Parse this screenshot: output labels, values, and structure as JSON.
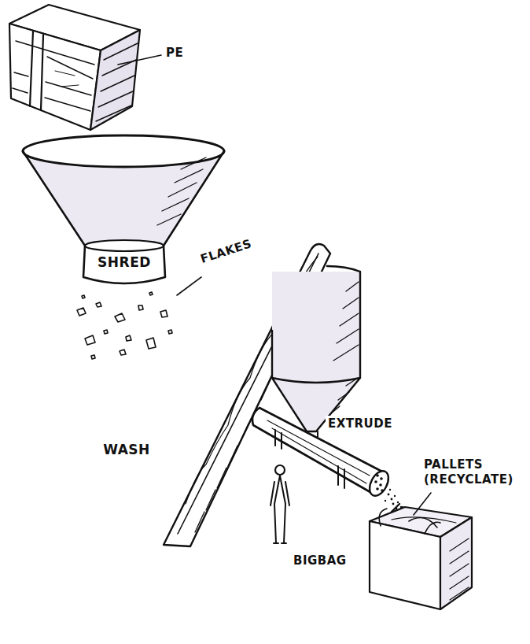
{
  "diagram": {
    "nodes": [
      {
        "text": [
          "SHRED"
        ]
      },
      {
        "text": [
          "WASH"
        ]
      }
    ],
    "labels": [
      "PE",
      "FLAKES",
      "EXTRUDE",
      "PALLETS (RECYCLATE)",
      "BIGBAG"
    ]
  }
}
